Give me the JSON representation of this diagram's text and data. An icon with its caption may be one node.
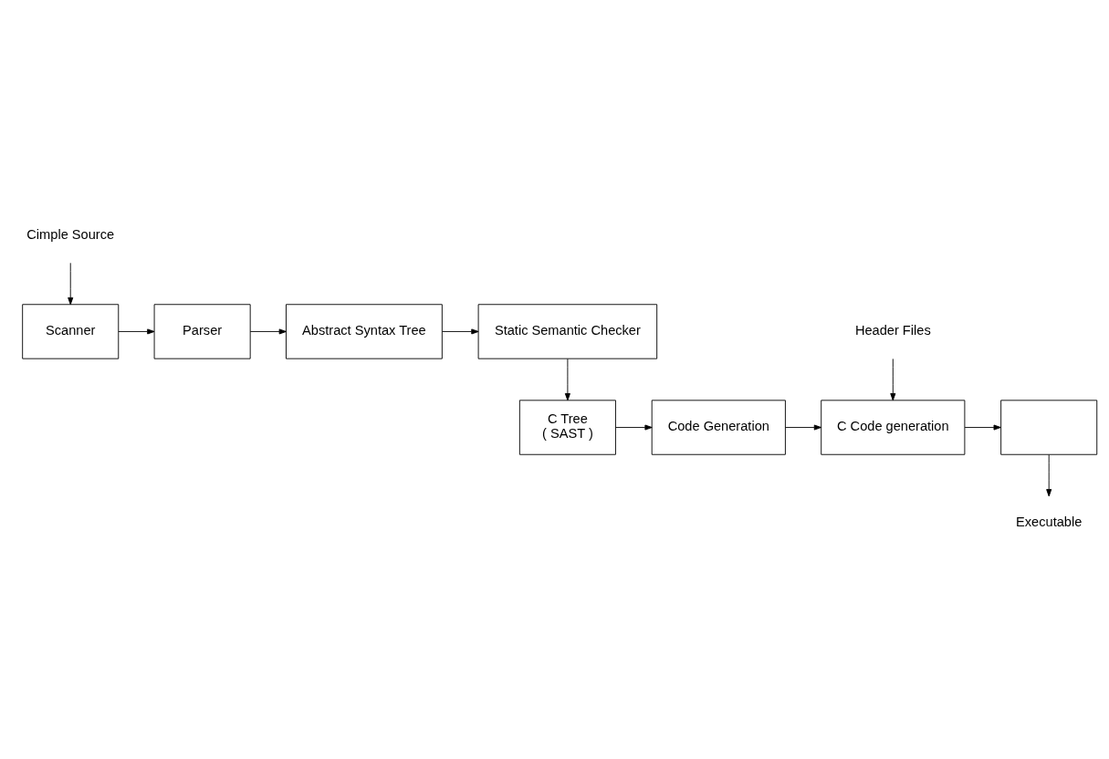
{
  "diagram": {
    "nodes": [
      {
        "text": [
          "Cimple Source"
        ]
      },
      {
        "text": [
          "Scanner"
        ]
      },
      {
        "text": [
          "Parser"
        ]
      },
      {
        "text": [
          "Abstract Syntax Tree"
        ]
      },
      {
        "text": [
          "Static Semantic Checker"
        ]
      },
      {
        "text": [
          "C Tree",
          "( SAST )"
        ]
      },
      {
        "text": [
          "Code Generation"
        ]
      },
      {
        "text": [
          "C Code generation"
        ]
      },
      {
        "text": [],
        "shape": "box"
      },
      {
        "text": [
          "Header Files"
        ]
      },
      {
        "text": [
          "Executable"
        ]
      }
    ],
    "edges": [
      {
        "from": 0,
        "to": 1,
        "arrow": "to"
      },
      {
        "from": 1,
        "to": 2,
        "arrow": "to"
      },
      {
        "from": 2,
        "to": 3,
        "arrow": "to"
      },
      {
        "from": 3,
        "to": 4,
        "arrow": "to"
      },
      {
        "from": 4,
        "to": 5,
        "arrow": "to"
      },
      {
        "from": 5,
        "to": 6,
        "arrow": "to"
      },
      {
        "from": 6,
        "to": 7,
        "arrow": "to"
      },
      {
        "from": 9,
        "to": 7,
        "arrow": "to"
      },
      {
        "from": 7,
        "to": 8,
        "arrow": "to"
      },
      {
        "from": 8,
        "to": 10,
        "arrow": "to"
      }
    ]
  }
}
